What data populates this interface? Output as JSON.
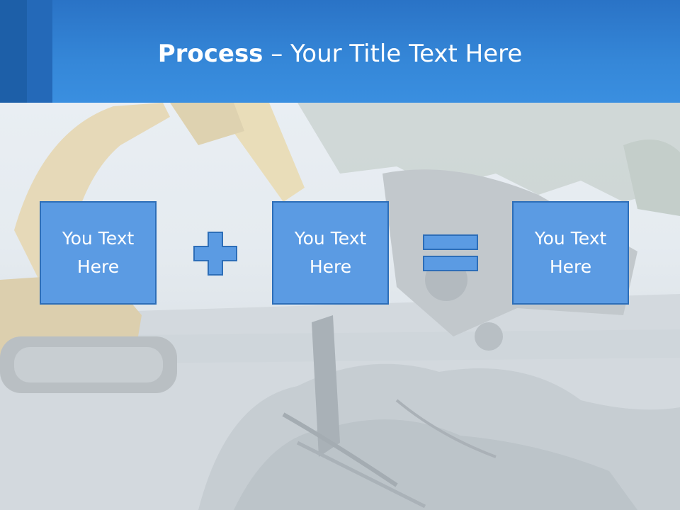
{
  "slide": {
    "title_bold": "Process",
    "title_rest": " – Your Title Text Here"
  },
  "boxes": [
    {
      "label": "You Text Here"
    },
    {
      "label": "You Text Here"
    },
    {
      "label": "You Text Here"
    }
  ],
  "operators": [
    "plus-icon",
    "equals-icon"
  ],
  "colors": {
    "header": "#3587d8",
    "box_fill": "#5b9be3",
    "box_border": "#2d6eb8"
  }
}
